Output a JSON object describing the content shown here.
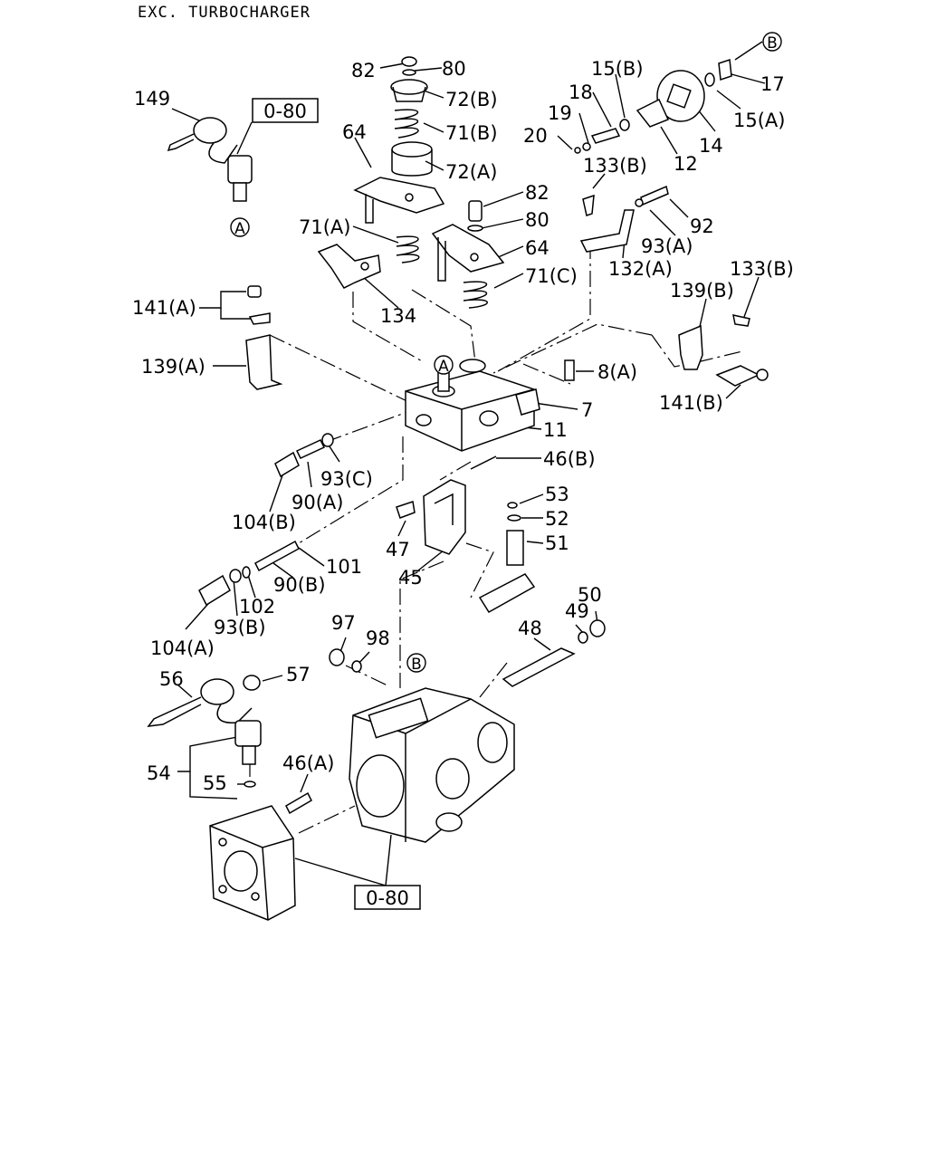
{
  "title": "EXC. TURBOCHARGER",
  "callouts": {
    "c149": "149",
    "c82a": "82",
    "c80a": "80",
    "c72b": "72(B)",
    "c71b": "71(B)",
    "c72a": "72(A)",
    "c64a": "64",
    "c82b": "82",
    "c80b": "80",
    "c64b": "64",
    "c71a": "71(A)",
    "c71c": "71(C)",
    "c134": "134",
    "c15b": "15(B)",
    "c18": "18",
    "c19": "19",
    "c20": "20",
    "c12": "12",
    "c14": "14",
    "c17": "17",
    "c15a": "15(A)",
    "c133b1": "133(B)",
    "c92": "92",
    "c93a": "93(A)",
    "c132a": "132(A)",
    "c133b2": "133(B)",
    "c139b": "139(B)",
    "c141a": "141(A)",
    "c139a": "139(A)",
    "c8a": "8(A)",
    "c7": "7",
    "c11": "11",
    "c141b": "141(B)",
    "c46b": "46(B)",
    "c93c": "93(C)",
    "c90a": "90(A)",
    "c104b": "104(B)",
    "c53": "53",
    "c52": "52",
    "c51": "51",
    "c47": "47",
    "c45": "45",
    "c101": "101",
    "c90b": "90(B)",
    "c102": "102",
    "c93b": "93(B)",
    "c104a": "104(A)",
    "c97": "97",
    "c98": "98",
    "c48": "48",
    "c49": "49",
    "c50": "50",
    "c56": "56",
    "c57": "57",
    "c54": "54",
    "c55": "55",
    "c46a": "46(A)"
  },
  "ref_boxes": {
    "top": "0-80",
    "bottom": "0-80"
  },
  "ref_markers": {
    "a_top": "A",
    "a_mid": "A",
    "b_top": "B",
    "b_mid": "B"
  }
}
